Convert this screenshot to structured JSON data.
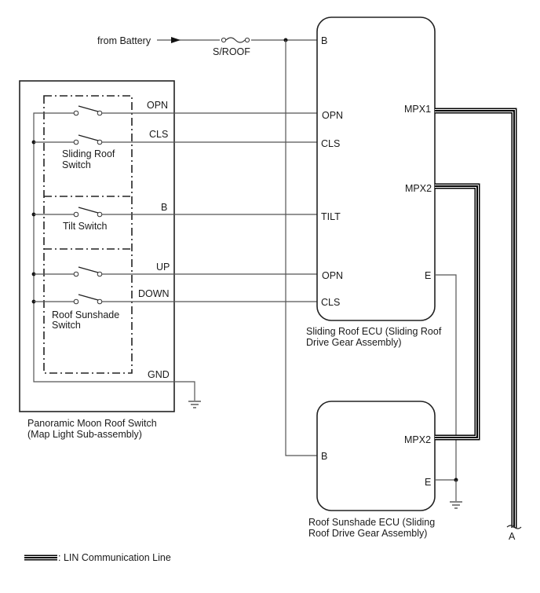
{
  "battery": {
    "label": "from Battery",
    "fuse": "S/ROOF"
  },
  "switch_assembly": {
    "name_line1": "Panoramic Moon Roof Switch",
    "name_line2": "(Map Light Sub-assembly)",
    "sub_switches": {
      "sliding_line1": "Sliding Roof",
      "sliding_line2": "Switch",
      "tilt": "Tilt Switch",
      "sunshade_line1": "Roof Sunshade",
      "sunshade_line2": "Switch"
    },
    "pins": [
      "OPN",
      "CLS",
      "B",
      "UP",
      "DOWN",
      "GND"
    ]
  },
  "sliding_ecu": {
    "name_line1": "Sliding Roof ECU (Sliding Roof",
    "name_line2": "Drive Gear Assembly)",
    "left_pins": [
      "B",
      "OPN",
      "CLS",
      "TILT",
      "OPN",
      "CLS"
    ],
    "right_pins": [
      "MPX1",
      "MPX2",
      "E"
    ]
  },
  "sunshade_ecu": {
    "name_line1": "Roof Sunshade ECU (Sliding",
    "name_line2": "Roof Drive Gear Assembly)",
    "left_pins": [
      "B"
    ],
    "right_pins": [
      "MPX2",
      "E"
    ]
  },
  "connector": {
    "label": "A"
  },
  "legend": {
    "text": ": LIN Communication Line"
  }
}
